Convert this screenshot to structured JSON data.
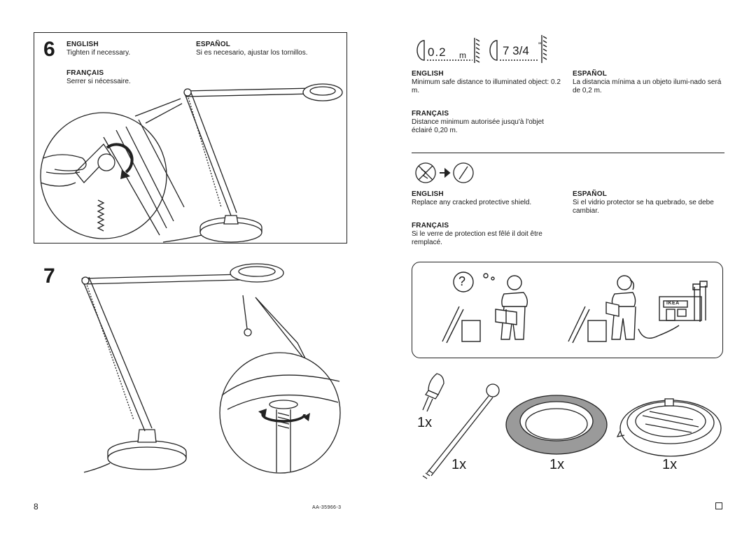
{
  "page": {
    "number": "8",
    "doc_code": "AA-35966-3"
  },
  "step6": {
    "number": "6",
    "english_heading": "ENGLISH",
    "english_text": "Tighten if necessary.",
    "francais_heading": "FRANÇAIS",
    "francais_text": "Serrer si nécessaire.",
    "espanol_heading": "ESPAÑOL",
    "espanol_text": "Si es necesario, ajustar los tornillos."
  },
  "step7": {
    "number": "7"
  },
  "distance": {
    "metric_value": "0.2",
    "metric_unit": "m",
    "imperial_value": "7 3/4",
    "imperial_unit": "\"",
    "english_heading": "ENGLISH",
    "english_text": "Minimum safe distance to illuminated object: 0.2 m.",
    "francais_heading": "FRANÇAIS",
    "francais_text": "Distance minimum autorisée jusqu'à l'objet éclairé 0,20 m.",
    "espanol_heading": "ESPAÑOL",
    "espanol_text": "La distancia mínima a un objeto ilumi-nado será de 0,2 m."
  },
  "shield": {
    "english_heading": "ENGLISH",
    "english_text": "Replace any cracked protective shield.",
    "francais_heading": "FRANÇAIS",
    "francais_text": "Si le verre de protection est fêlé il doit être remplacé.",
    "espanol_heading": "ESPAÑOL",
    "espanol_text": "Si el vidrio protector se ha quebrado, se debe cambiar."
  },
  "help": {
    "question_mark": "?",
    "store_sign": "IKEA"
  },
  "parts": {
    "bulb_qty": "1x",
    "rod_qty": "1x",
    "ring_qty": "1x",
    "shade_qty": "1x"
  }
}
